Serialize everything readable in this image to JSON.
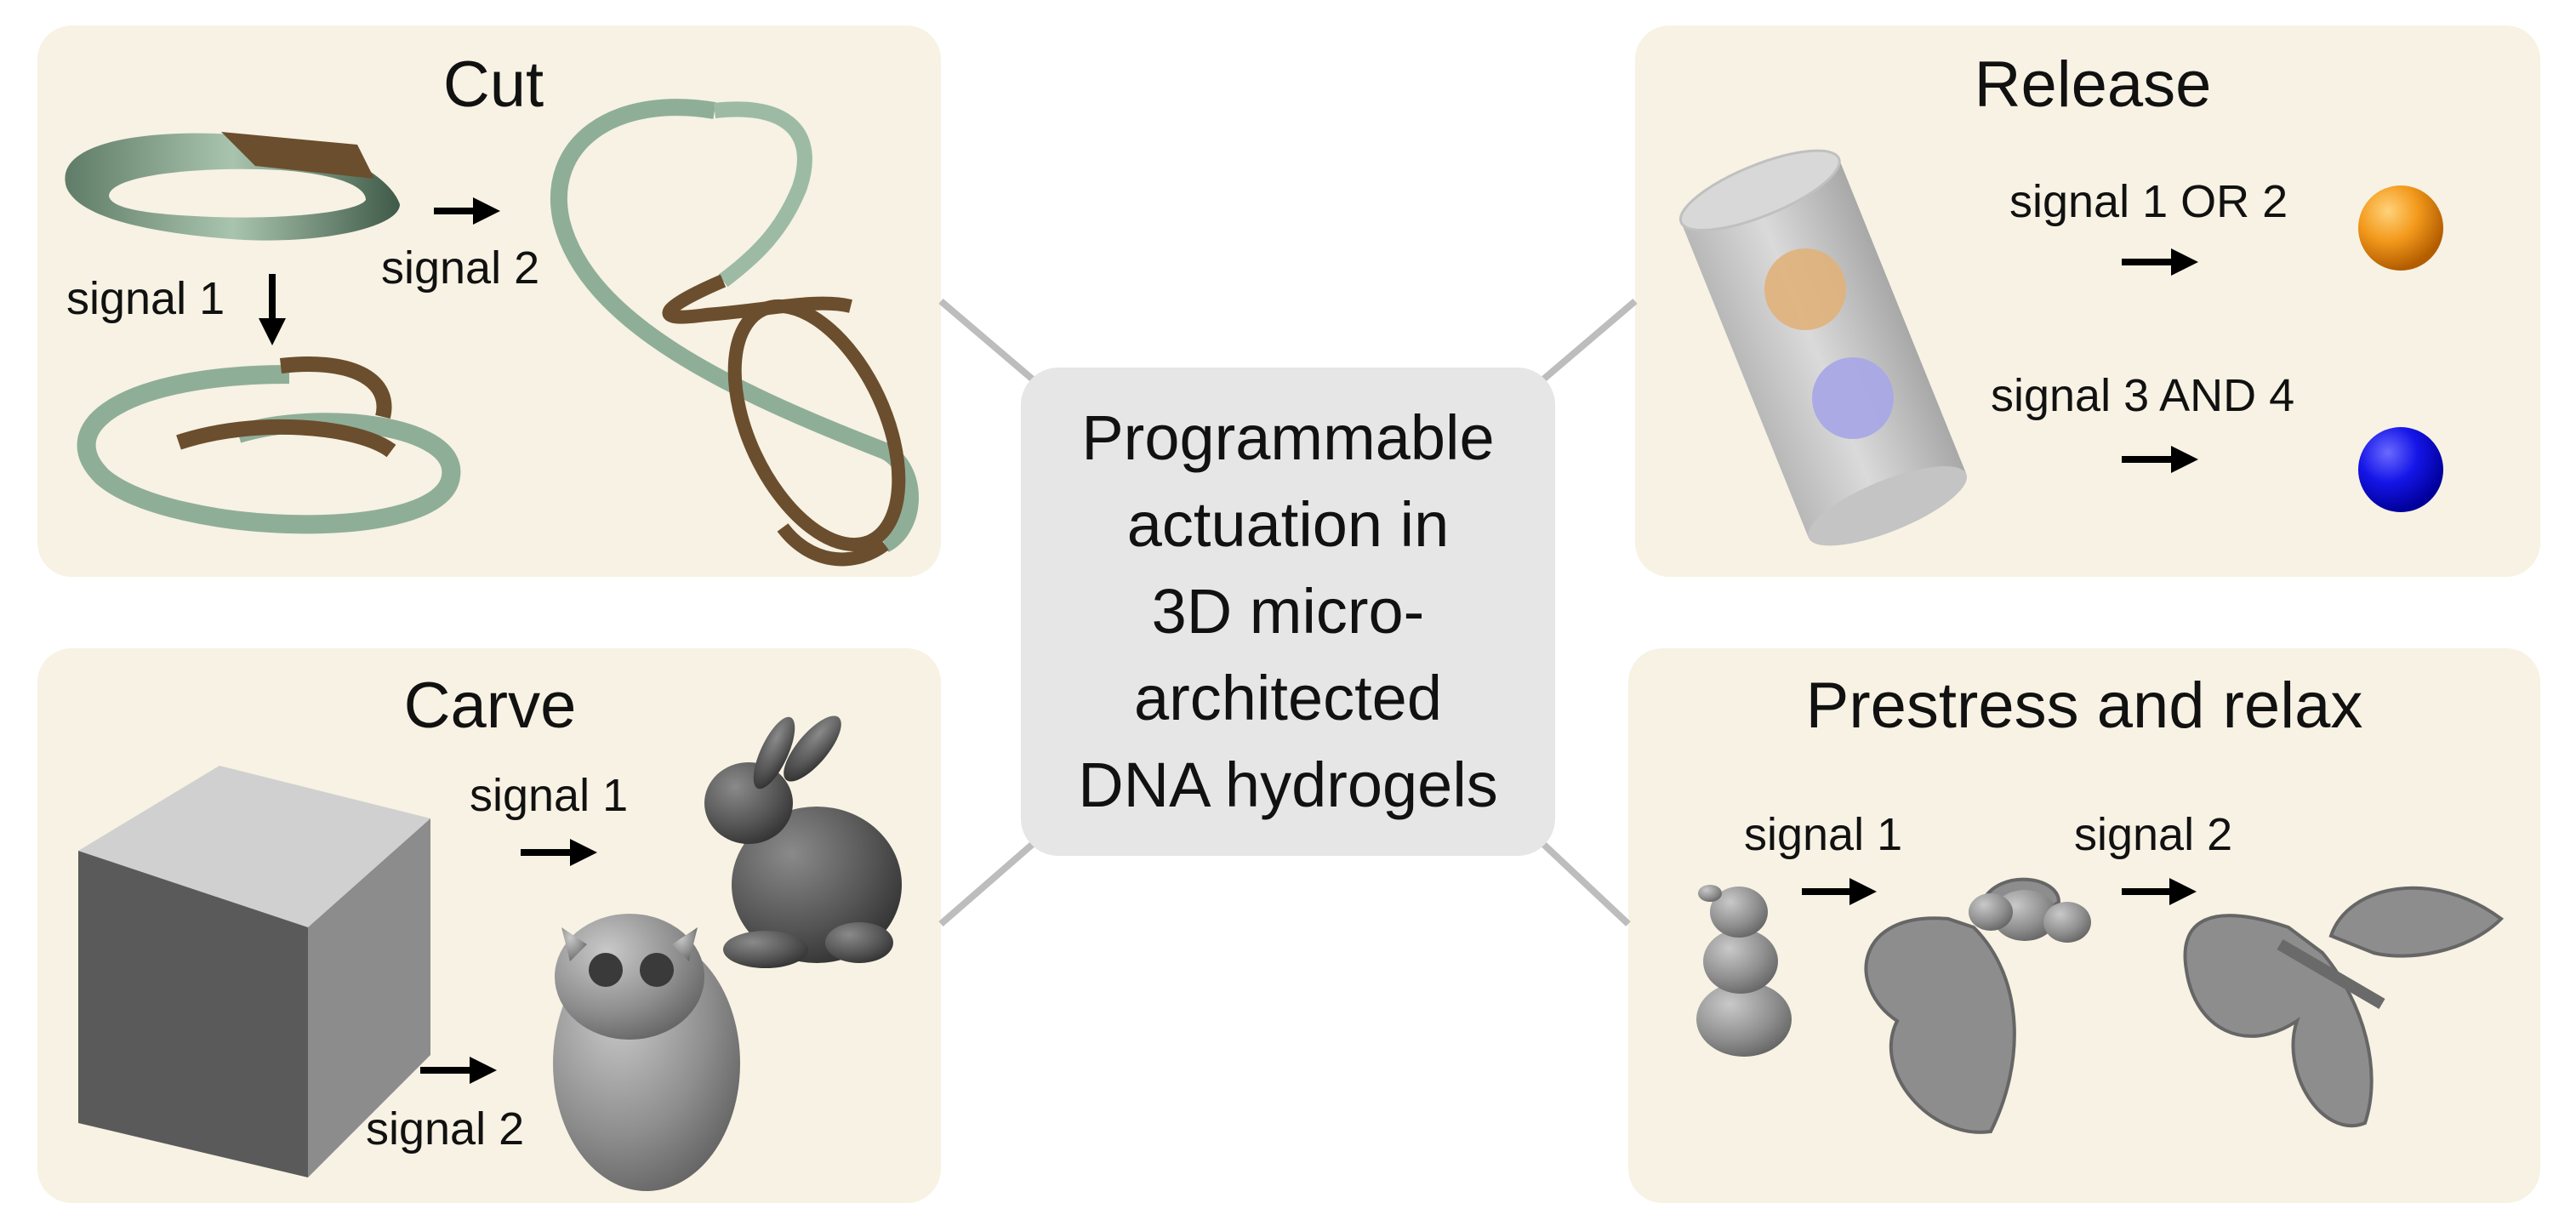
{
  "center": {
    "text": "Programmable\nactuation in\n3D micro-\narchitected\nDNA hydrogels"
  },
  "panels": {
    "cut": {
      "title": "Cut",
      "signal_a": "signal 1",
      "signal_b": "signal 2"
    },
    "release": {
      "title": "Release",
      "signal_or": "signal 1 OR 2",
      "signal_and": "signal 3 AND 4"
    },
    "carve": {
      "title": "Carve",
      "signal_a": "signal 1",
      "signal_b": "signal 2"
    },
    "prestress": {
      "title": "Prestress and relax",
      "signal_a": "signal 1",
      "signal_b": "signal 2"
    }
  },
  "colors": {
    "panel_bg": "#f7f2e3",
    "center_bg": "#e6e6e6",
    "ribbon_green": "#9dbba4",
    "ribbon_brown": "#6b4e2e",
    "orange_sphere": "#f08a10",
    "blue_sphere": "#1010e0"
  }
}
